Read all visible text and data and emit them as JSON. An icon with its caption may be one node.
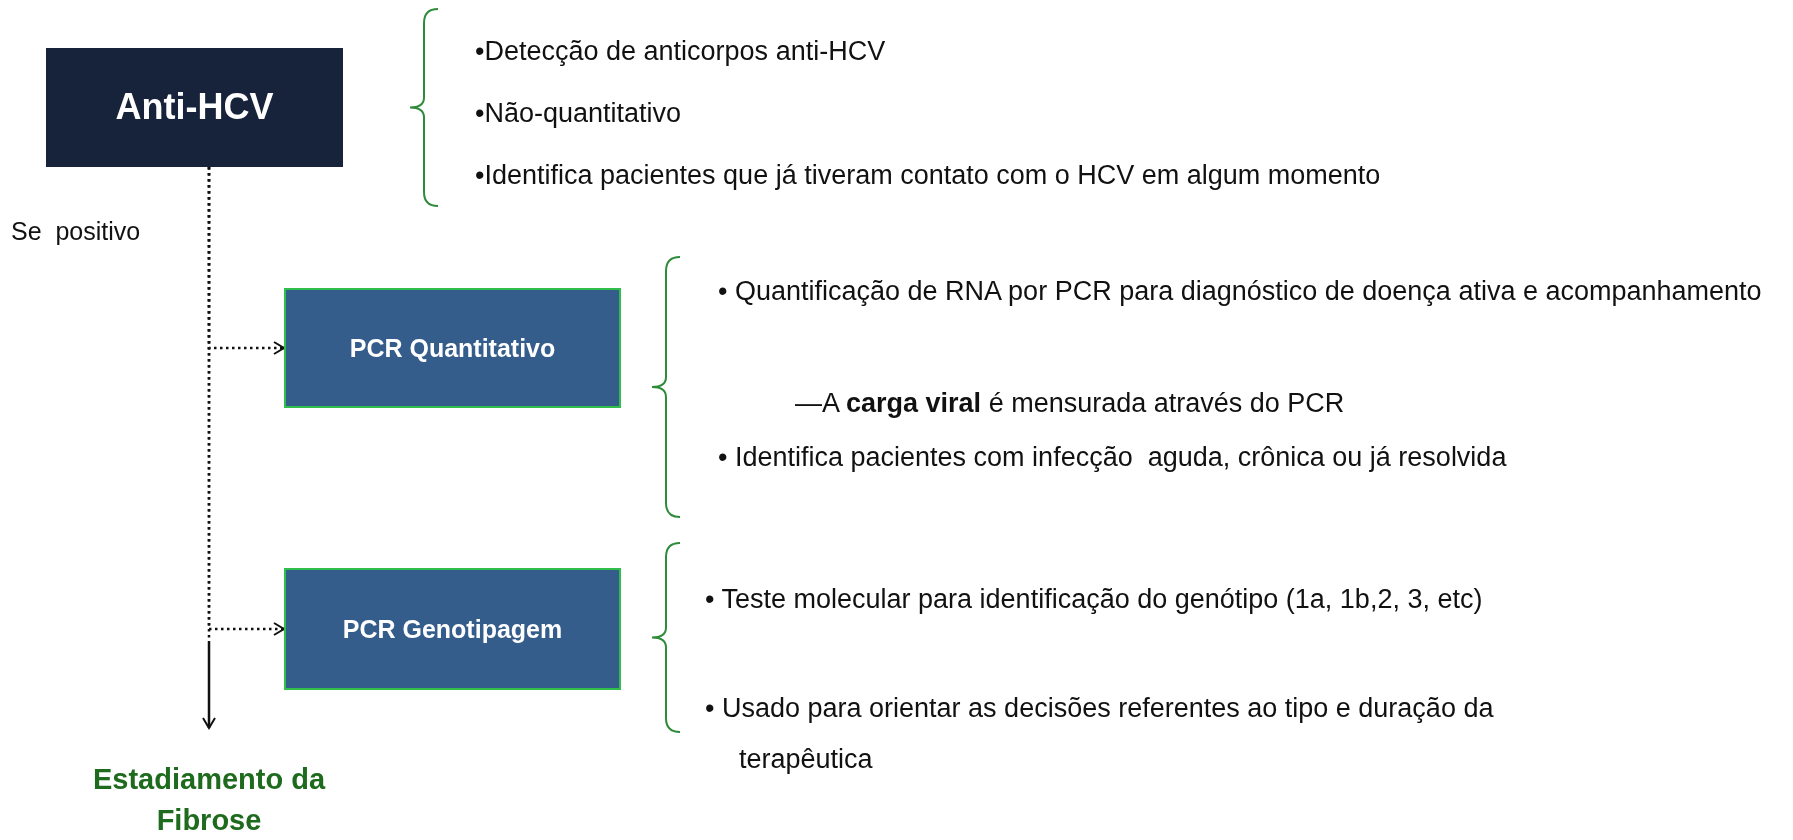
{
  "diagram": {
    "nodes": [
      {
        "text": [
          "Anti-HCV"
        ],
        "beside": [
          "•Detecção de anticorpos anti-HCV",
          "•Não-quantitativo",
          "•Identifica pacientes que já tiveram contato com o HCV em algum momento"
        ]
      },
      {
        "text": [
          "PCR Quantitativo"
        ],
        "beside": [
          "• Quantificação de RNA por PCR para diagnóstico de doença ativa e acompanhamento",
          "—A **carga viral** é mensurada através do PCR",
          "• Identifica pacientes com infecção  aguda, crônica ou já resolvida"
        ]
      },
      {
        "text": [
          "PCR Genotipagem"
        ],
        "beside": [
          "• Teste molecular para identificação do genótipo (1a, 1b,2, 3, etc)",
          "• Usado para orientar as decisões referentes ao tipo e duração da terapêutica"
        ]
      },
      {
        "text": [
          "Estadiamento da Fibrose"
        ]
      }
    ],
    "edges": [
      {
        "from": 0,
        "to": 1,
        "arrow": "to",
        "style": "dashed"
      },
      {
        "from": 0,
        "to": 2,
        "arrow": "to",
        "style": "dashed"
      },
      {
        "from": 0,
        "to": 3,
        "arrow": "to",
        "style": "dashed"
      }
    ],
    "labels": [
      "Se  positivo"
    ]
  }
}
